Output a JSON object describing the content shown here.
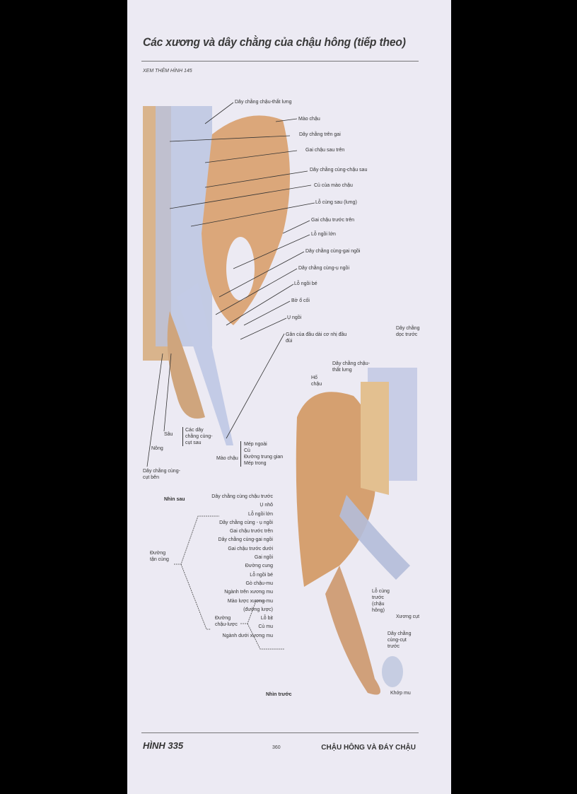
{
  "header": {
    "title": "Các xương và dây chằng của chậu hông (tiếp theo)",
    "see_also": "XEM THÊM HÌNH 145"
  },
  "posterior_view": {
    "view_label": "Nhìn sau",
    "labels": [
      "Dây chằng chậu-thắt lưng",
      "Mào chậu",
      "Dây chằng trên gai",
      "Gai chậu sau trên",
      "Dây chằng cùng-chậu sau",
      "Củ của mào chậu",
      "Lỗ cùng sau (lưng)",
      "Gai chậu trước trên",
      "Lỗ ngồi lớn",
      "Dây chằng cùng-gai ngồi",
      "Dây chằng cùng-ụ ngồi",
      "Lỗ ngồi bé",
      "Bờ ổ cối",
      "Ụ ngồi",
      "Gân của đầu dài cơ nhị đầu đùi"
    ],
    "left_labels": {
      "sau": "Sâu",
      "nong": "Nông",
      "group": "Các dây chằng cùng-cụt sau",
      "lateral": "Dây chằng cùng-cụt bên"
    }
  },
  "anterior_view": {
    "view_label": "Nhìn trước",
    "top_labels": {
      "ant_long": "Dây chằng dọc trước",
      "iliolumbar": "Dây chằng chậu-thắt lưng",
      "iliac_fossa": "Hố chậu"
    },
    "iliac_crest": {
      "label": "Mào chậu",
      "parts": [
        "Mép ngoài",
        "Củ",
        "Đường trung gian",
        "Mép trong"
      ]
    },
    "labels": [
      "Dây chằng cùng chậu trước",
      "Ụ nhô",
      "Lỗ ngồi lớn",
      "Dây chằng cùng - ụ ngồi",
      "Gai chậu trước trên",
      "Dây chằng cùng-gai ngồi",
      "Gai chậu trước dưới",
      "Gai ngồi",
      "Đường cung",
      "Lỗ ngồi bé",
      "Gò chậu-mu",
      "Ngành trên xương mu",
      "Mào lược xương mu (đường lược)",
      "Lỗ bịt",
      "Củ mu",
      "Ngành dưới xương mu"
    ],
    "terminal_line": "Đường tận cùng",
    "iliopectineal_line": "Đường chậu-lược",
    "right_labels": [
      "Lỗ cùng trước (chậu hông)",
      "Xương cụt",
      "Dây chằng cùng-cụt trước",
      "Khớp mu"
    ]
  },
  "footer": {
    "figure": "HÌNH 335",
    "page": "360",
    "section": "CHẬU HÔNG VÀ ĐÁY CHẬU"
  },
  "colors": {
    "bone": "#d9a77c",
    "ligament": "#b9c3e0",
    "page": "#eceaf3"
  }
}
